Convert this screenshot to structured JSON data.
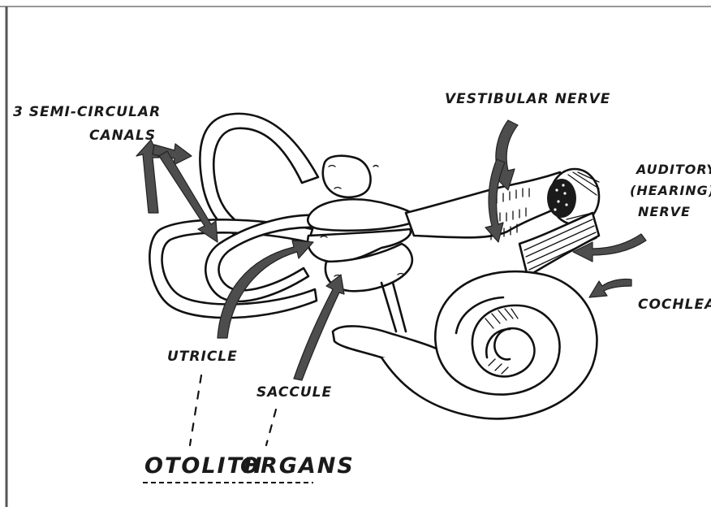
{
  "labels": {
    "semicircular_line1": "3 SEMI-CIRCULAR",
    "semicircular_line2": "CANALS",
    "vestibular_nerve": "VESTIBULAR NERVE",
    "auditory_line1": "AUDITORY",
    "auditory_line2": "(HEARING)",
    "auditory_line3": "NERVE",
    "cochlea": "COCHLEA",
    "utricle": "UTRICLE",
    "saccule": "SACCULE",
    "otolith_word1": "OTOLITH",
    "otolith_word2": "ORGANS"
  },
  "colors": {
    "ink": "#111111",
    "arrow_fill": "#4d4d4d",
    "frame_line": "#777777",
    "background": "#ffffff"
  }
}
